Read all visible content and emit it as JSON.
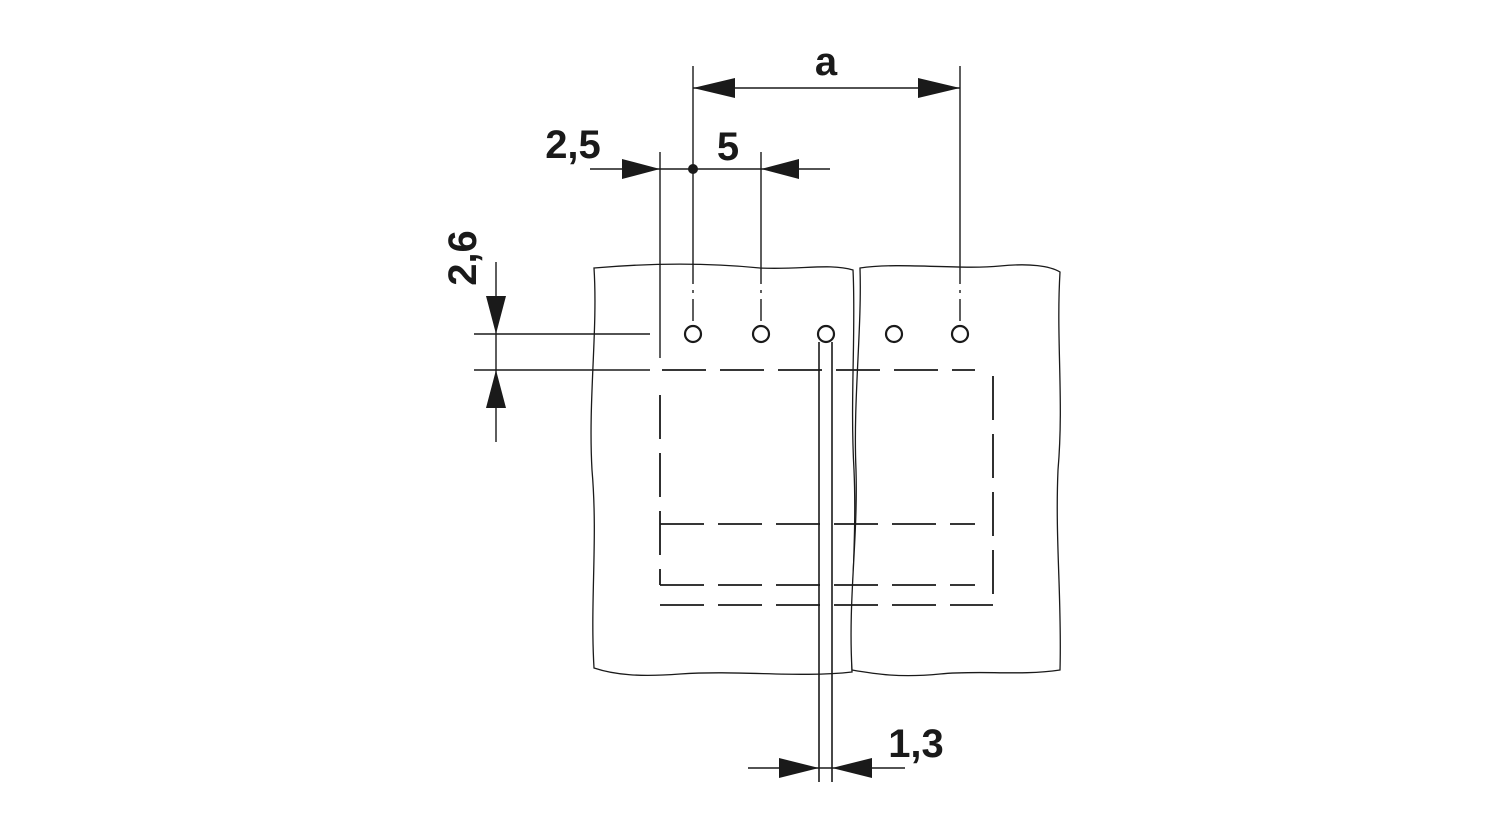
{
  "dimensions": {
    "span": "a",
    "pitch": "5",
    "edge_offset": "2,5",
    "row_offset": "2,6",
    "gap": "1,3"
  },
  "pins": {
    "count": 5
  },
  "colors": {
    "line": "#1a1a1a",
    "background": "#ffffff"
  }
}
